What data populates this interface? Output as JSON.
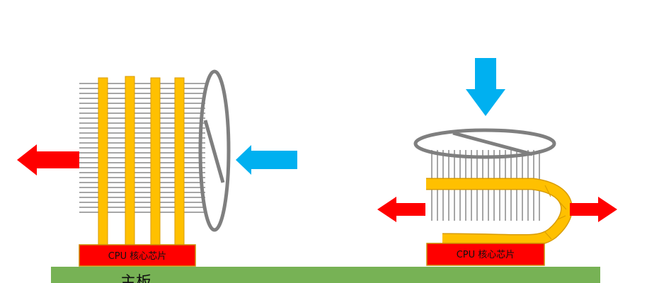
{
  "labels": {
    "chip_left": "CPU 核心芯片",
    "chip_right": "CPU 核心芯片",
    "board": "主板"
  },
  "colors": {
    "background": "#ffffff",
    "board": "#77b255",
    "chip_fill": "#ff0000",
    "chip_stroke": "#cc8a00",
    "heatpipe": "#ffc000",
    "heatpipe_stroke": "#d89b00",
    "fin": "#a6a6a6",
    "fan": "#7f7f7f",
    "arrow_intake": "#00b0f0",
    "arrow_exhaust": "#ff0000"
  },
  "icons": {
    "fan": "fan-icon",
    "arrow_in": "arrow-intake-icon",
    "arrow_out": "arrow-exhaust-icon"
  }
}
